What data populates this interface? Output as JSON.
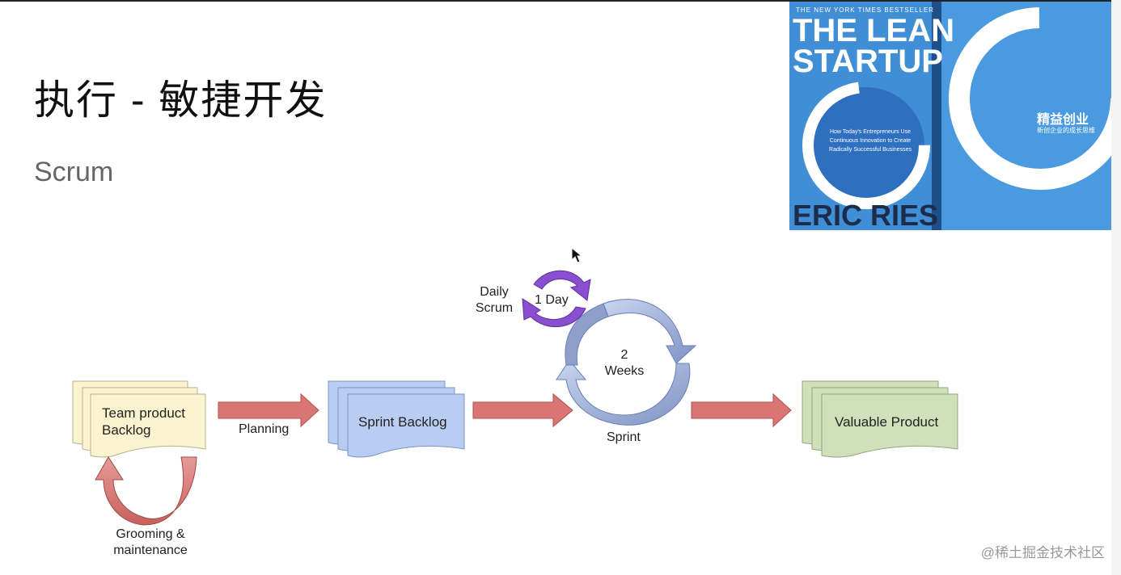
{
  "slide": {
    "title": "执行 - 敏捷开发",
    "subtitle": "Scrum"
  },
  "diagram": {
    "nodes": {
      "team_backlog": "Team product\nBacklog",
      "sprint_backlog": "Sprint Backlog",
      "valuable_product": "Valuable Product"
    },
    "labels": {
      "planning": "Planning",
      "grooming": "Grooming &\nmaintenance",
      "daily_scrum": "Daily\nScrum",
      "one_day": "1 Day",
      "two_weeks": "2\nWeeks",
      "sprint": "Sprint"
    }
  },
  "book_cover": {
    "bestseller": "THE NEW YORK TIMES BESTSELLER",
    "title_line1": "THE LEAN",
    "title_line2": "STARTUP",
    "tagline": "How Today's Entrepreneurs Use Continuous Innovation to Create Radically Successful Businesses",
    "author": "ERIC RIES",
    "cn_title": "精益创业",
    "cn_subtitle": "新创企业的成长思维"
  },
  "watermark": "@稀土掘金技术社区",
  "colors": {
    "yellow_doc": "#fbf2cf",
    "blue_doc": "#b9cdf3",
    "green_doc": "#cfe0ba",
    "red_arrow": "#d97673",
    "purple_cycle": "#8a4fd0",
    "sprint_cycle": "#a7b8df",
    "book_blue": "#3f8ed6"
  }
}
